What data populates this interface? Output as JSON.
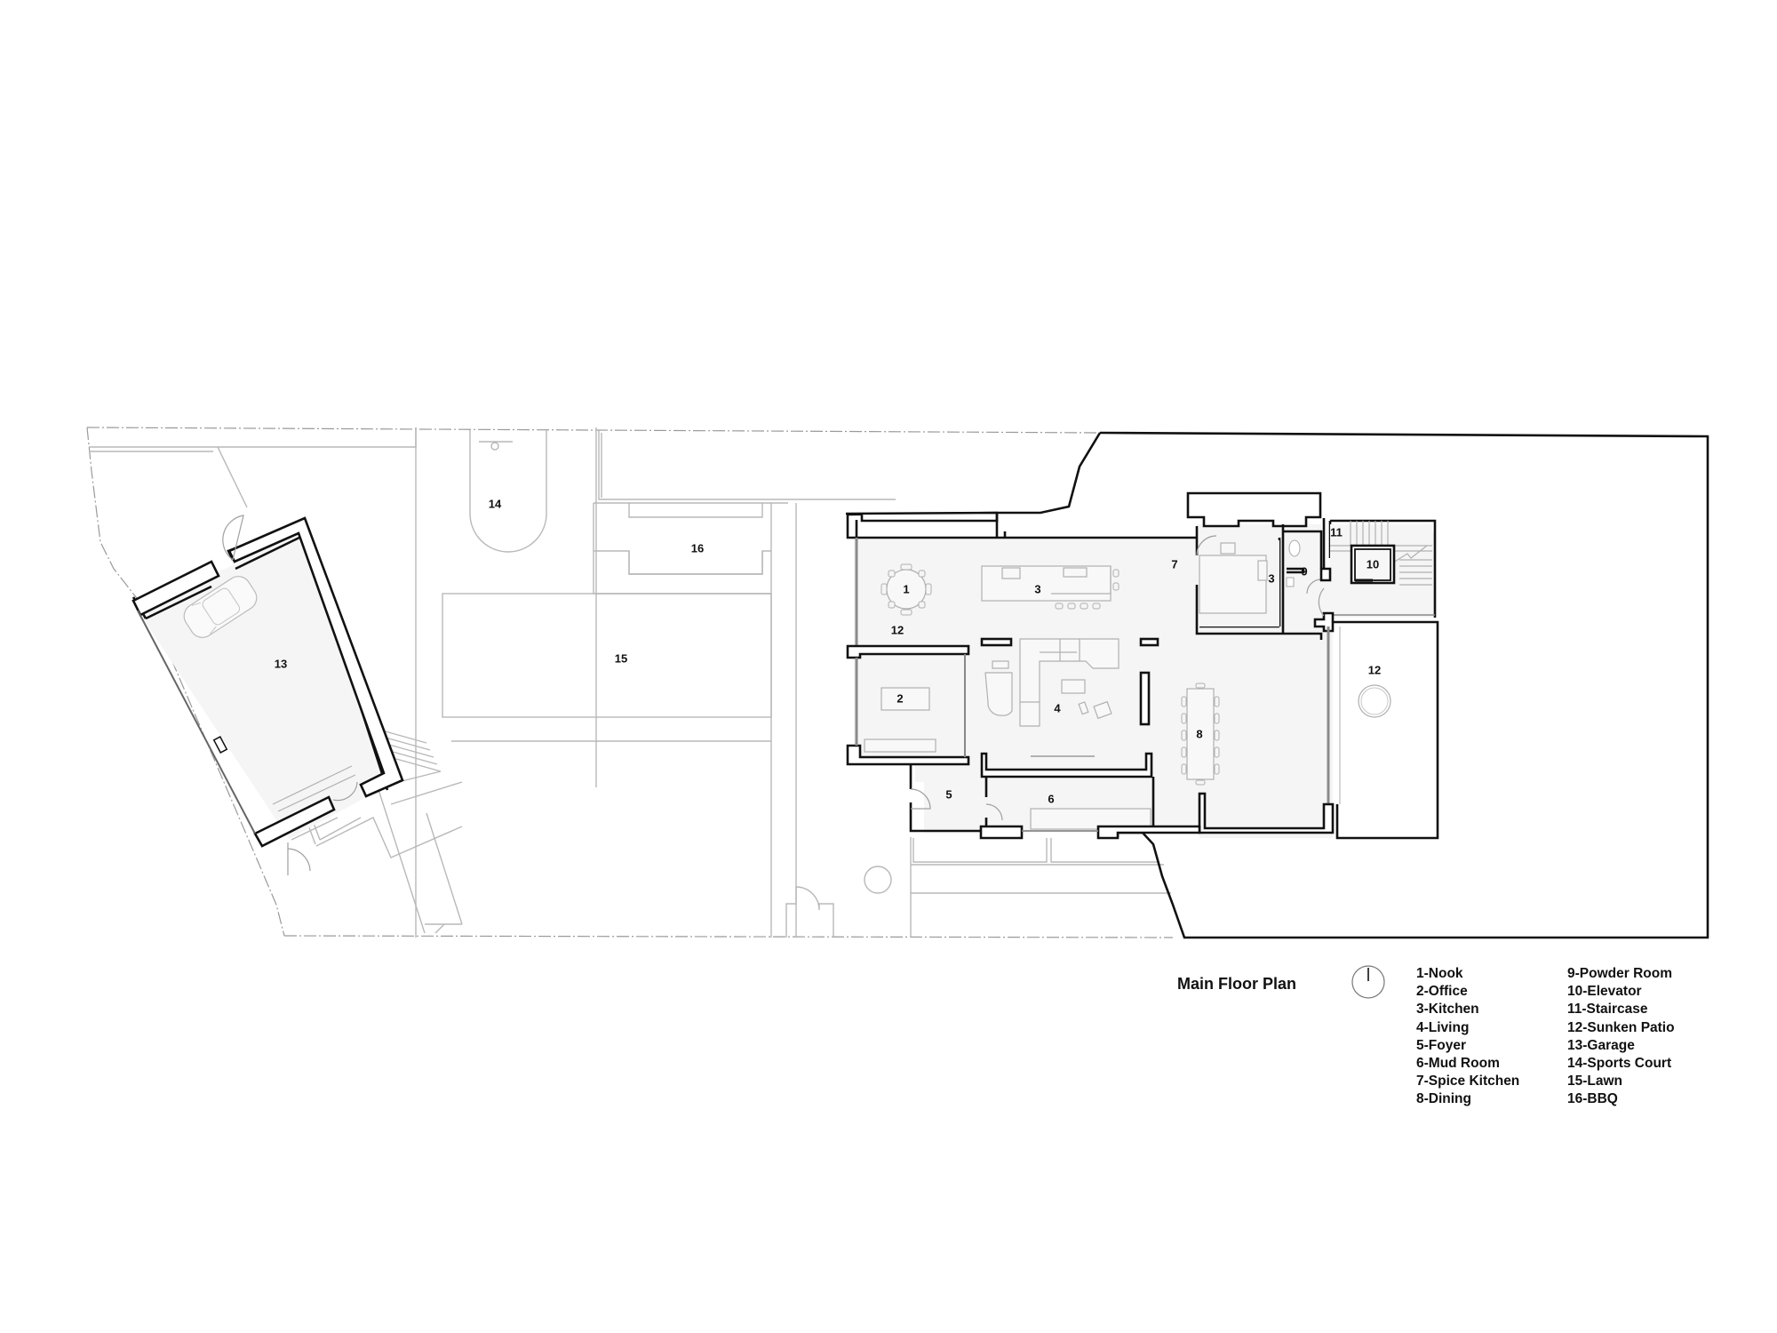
{
  "title": "Main Floor Plan",
  "north_arrow": "north-arrow-icon",
  "rooms": [
    {
      "num": "1",
      "name": "Nook"
    },
    {
      "num": "2",
      "name": "Office"
    },
    {
      "num": "3",
      "name": "Kitchen"
    },
    {
      "num": "4",
      "name": "Living"
    },
    {
      "num": "5",
      "name": "Foyer"
    },
    {
      "num": "6",
      "name": "Mud Room"
    },
    {
      "num": "7",
      "name": "Spice Kitchen"
    },
    {
      "num": "8",
      "name": "Dining"
    },
    {
      "num": "9",
      "name": "Powder Room"
    },
    {
      "num": "10",
      "name": "Elevator"
    },
    {
      "num": "11",
      "name": "Staircase"
    },
    {
      "num": "12",
      "name": "Sunken Patio"
    },
    {
      "num": "13",
      "name": "Garage"
    },
    {
      "num": "14",
      "name": "Sports Court"
    },
    {
      "num": "15",
      "name": "Lawn"
    },
    {
      "num": "16",
      "name": "BBQ"
    }
  ],
  "legend": {
    "col1": [
      "1-Nook",
      "2-Office",
      "3-Kitchen",
      "4-Living",
      "5-Foyer",
      "6-Mud Room",
      "7-Spice Kitchen",
      "8-Dining"
    ],
    "col2": [
      "9-Powder Room",
      "10-Elevator",
      "11-Staircase",
      "12-Sunken Patio",
      "13-Garage",
      "14-Sports Court",
      "15-Lawn",
      "16-BBQ"
    ]
  },
  "plan_labels": {
    "nook": "1",
    "kitchen": "3",
    "kitchen_secondary": "3",
    "nook_patio": "12",
    "office": "2",
    "living": "4",
    "foyer": "5",
    "mud_room": "6",
    "spice_kitchen": "7",
    "dining": "8",
    "powder_room": "9",
    "elevator": "10",
    "staircase": "11",
    "sunken_patio": "12",
    "garage": "13",
    "sports_court": "14",
    "lawn": "15",
    "bbq": "16"
  }
}
